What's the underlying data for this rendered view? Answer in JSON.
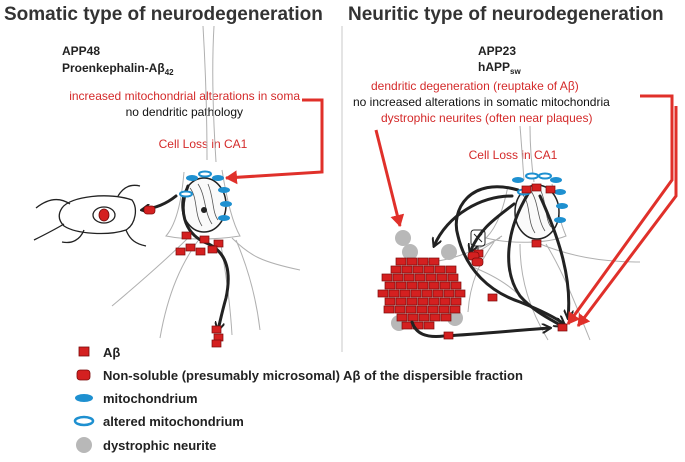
{
  "left": {
    "title": "Somatic type of neurodegeneration",
    "model_line1": "APP48",
    "model_line2_prefix": "Proenkephalin-A",
    "model_line2_beta": "β",
    "model_line2_sub": "42",
    "finding_red": "increased mitochondrial alterations in soma",
    "finding_black": "no dendritic pathology",
    "cell_loss": "Cell Loss in CA1"
  },
  "right": {
    "title": "Neuritic type of neurodegeneration",
    "model_line1": "APP23",
    "model_line2_prefix": "hAPP",
    "model_line2_sub": "sw",
    "finding_red_1_prefix": "dendritic degeneration (reuptake of A",
    "finding_red_1_beta": "β",
    "finding_red_1_suffix": ")",
    "finding_black": "no increased alterations in somatic mitochondria",
    "finding_red_2": "dystrophic neurites (often near plaques)",
    "cell_loss": "Cell Loss in CA1"
  },
  "legend": {
    "items": [
      {
        "label_prefix": "A",
        "label_beta": "β",
        "label_suffix": "",
        "symbol": "red-square"
      },
      {
        "label_prefix": "Non-soluble (presumably microsomal) A",
        "label_beta": "β",
        "label_suffix": " of the dispersible fraction",
        "symbol": "red-rounded-rect"
      },
      {
        "label_prefix": "mitochondrium",
        "label_beta": "",
        "label_suffix": "",
        "symbol": "blue-ellipse"
      },
      {
        "label_prefix": "altered mitochondrium",
        "label_beta": "",
        "label_suffix": "",
        "symbol": "blue-ring"
      },
      {
        "label_prefix": "dystrophic neurite",
        "label_beta": "",
        "label_suffix": "",
        "symbol": "grey-circle"
      }
    ]
  },
  "colors": {
    "abeta_red": "#d42020",
    "arrow_red": "#e0302a",
    "mito_blue": "#1e90d0",
    "neurite_grey": "#b8b8b8",
    "title_grey": "#333333"
  }
}
